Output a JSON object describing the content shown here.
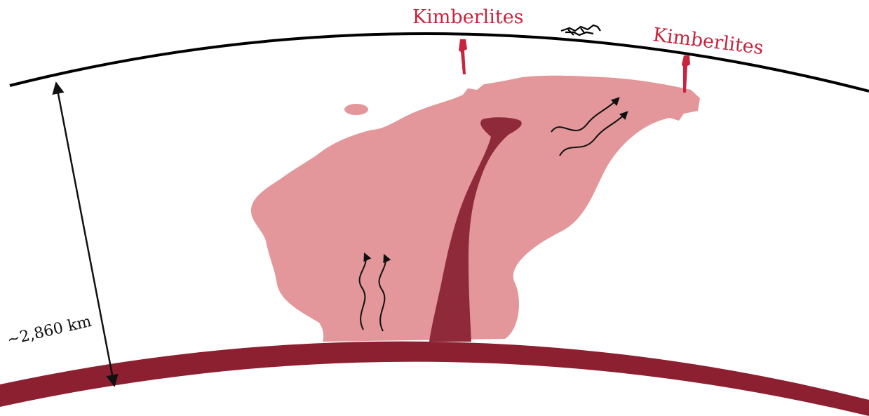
{
  "labels": {
    "kimberlites_left": "Kimberlites",
    "kimberlites_right": "Kimberlites",
    "depth": "~2,860 km"
  },
  "colors": {
    "plume_light": "#e3979a",
    "plume_dark": "#8f2a3a",
    "core_layer": "#8c1f30",
    "kimberlite_red": "#c8243e",
    "surface_line": "#000000",
    "arrows": "#111111"
  },
  "icons": {
    "continent": "continent-outline-icon",
    "kimberlite_pipe": "kimberlite-pipe-icon",
    "flow_arrow": "wavy-flow-arrow-icon"
  }
}
